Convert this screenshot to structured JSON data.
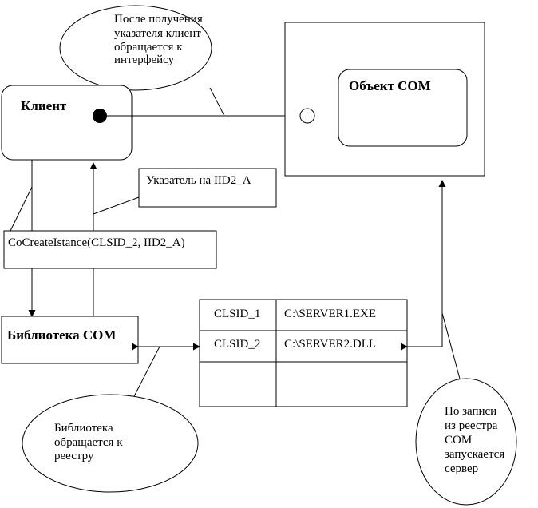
{
  "callouts": {
    "client_access": [
      "После получения",
      "указателя клиент",
      "обращается к",
      "интерфейсу"
    ],
    "pointer": "Указатель на IID2_A",
    "library_registry": [
      "Библиотека",
      "обращается к",
      "реестру"
    ],
    "server_start": [
      "По записи",
      "из реестра",
      "COM",
      "запускается",
      "сервер"
    ]
  },
  "nodes": {
    "client": "Клиент",
    "com_object": "Объект COM",
    "library": "Библиотека COM",
    "cocreate_call": "CoCreateIstance(CLSID_2, IID2_A)"
  },
  "registry_table": {
    "rows": [
      {
        "clsid": "CLSID_1",
        "path": "C:\\SERVER1.EXE"
      },
      {
        "clsid": "CLSID_2",
        "path": "C:\\SERVER2.DLL"
      },
      {
        "clsid": "",
        "path": ""
      }
    ]
  }
}
